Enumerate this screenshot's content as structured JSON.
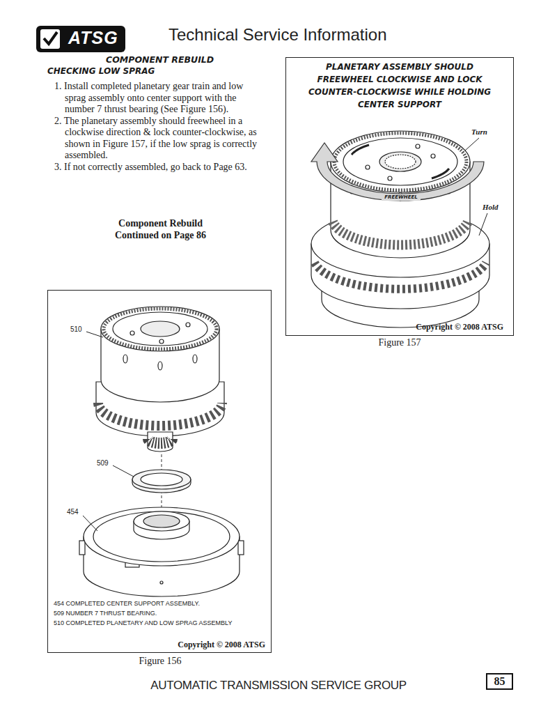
{
  "diagram": {
    "title": "Technical Service Information",
    "nodes": [
      {
        "text": [
          "ATSG"
        ]
      },
      {
        "text": [
          "PLANETARY ASSEMBLY SHOULD FREEWHEEL CLOCKWISE AND LOCK COUNTER-CLOCKWISE WHILE HOLDING CENTER SUPPORT",
          "Turn",
          "FREEWHEEL",
          "Hold",
          "Copyright © 2008 ATSG"
        ]
      },
      {
        "text": [
          "510",
          "509",
          "454",
          "454 COMPLETED CENTER SUPPORT ASSEMBLY.",
          "509 NUMBER 7 THRUST BEARING.",
          "510 COMPLETED PLANETARY AND LOW SPRAG ASSEMBLY",
          "Copyright © 2008 ATSG"
        ]
      },
      {
        "text": [
          "85"
        ]
      }
    ],
    "labels": [
      "COMPONENT REBUILD",
      "CHECKING LOW SPRAG",
      "1. Install completed planetary gear train and low sprag assembly onto center support with the number 7 thrust bearing (See Figure 156).",
      "2. The planetary assembly should freewheel in a clockwise direction & lock counter-clockwise, as shown in Figure 157, if the low sprag is correctly assembled.",
      "3. If not correctly assembled, go back to Page 63.",
      "Component Rebuild Continued on Page 86",
      "Figure 157",
      "Figure 156",
      "AUTOMATIC TRANSMISSION SERVICE GROUP"
    ]
  }
}
